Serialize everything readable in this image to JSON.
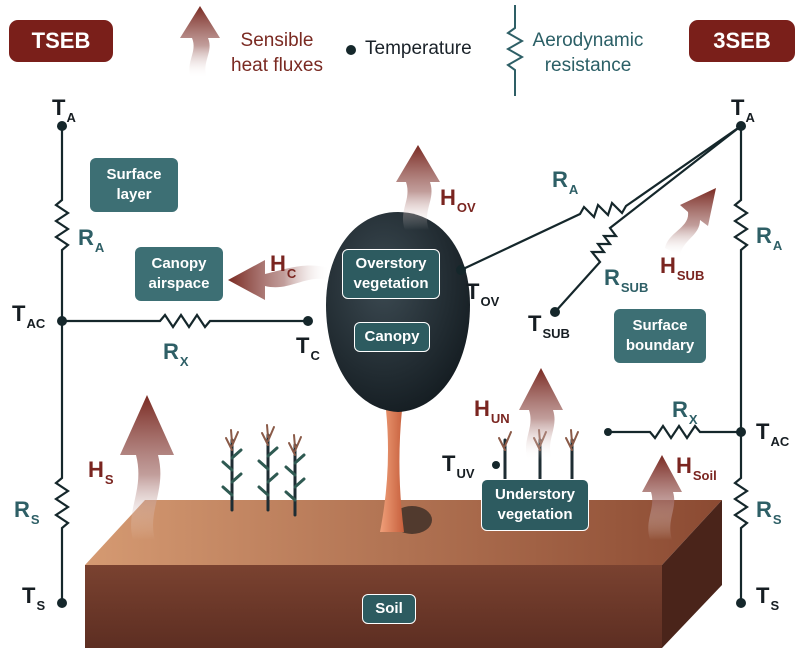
{
  "badges": {
    "left": "TSEB",
    "right": "3SEB"
  },
  "legend": {
    "heat_line1": "Sensible",
    "heat_line2": "heat fluxes",
    "temperature": "Temperature",
    "resistance_line1": "Aerodynamic",
    "resistance_line2": "resistance"
  },
  "boxes": {
    "surface_layer_1": "Surface",
    "surface_layer_2": "layer",
    "canopy_airspace_1": "Canopy",
    "canopy_airspace_2": "airspace",
    "overstory_1": "Overstory",
    "overstory_2": "vegetation",
    "canopy": "Canopy",
    "surface_boundary_1": "Surface",
    "surface_boundary_2": "boundary",
    "understory_1": "Understory",
    "understory_2": "vegetation",
    "soil": "Soil"
  },
  "labels": {
    "T": "T",
    "R": "R",
    "H": "H",
    "A": "A",
    "AC": "AC",
    "S": "S",
    "X": "X",
    "C": "C",
    "OV": "OV",
    "SUB": "SUB",
    "UV": "UV",
    "UN": "UN",
    "Soil": "Soil"
  },
  "colors": {
    "heat_label": "#7a2520",
    "resistance": "#2e5f66",
    "badge": "#7a1f1a",
    "box": "#3d6f74",
    "soil": "#6e3a28",
    "canopy": "#1f2a30"
  }
}
